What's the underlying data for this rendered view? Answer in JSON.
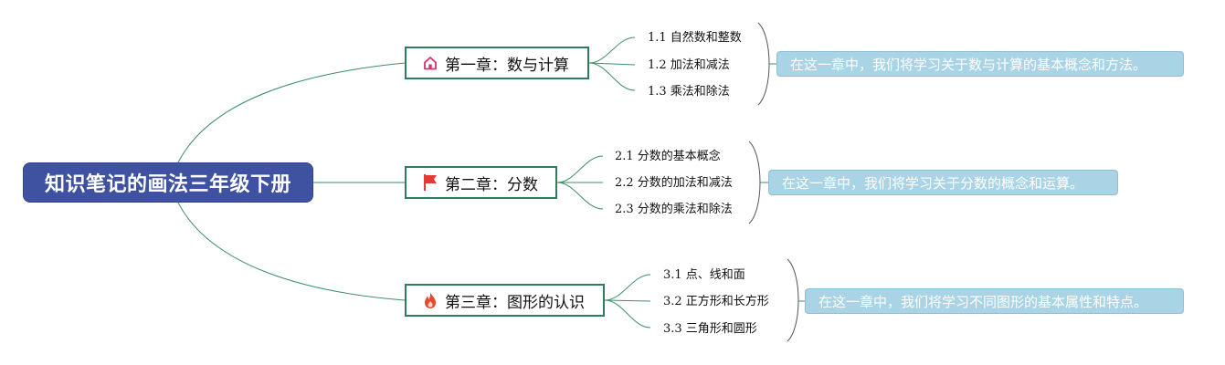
{
  "root": {
    "title": "知识笔记的画法三年级下册"
  },
  "chapters": [
    {
      "title": "第一章：数与计算",
      "icon": "home-icon",
      "subtopics": [
        "1.1 自然数和整数",
        "1.2 加法和减法",
        "1.3 乘法和除法"
      ],
      "note": "在这一章中，我们将学习关于数与计算的基本概念和方法。"
    },
    {
      "title": "第二章：分数",
      "icon": "flag-icon",
      "subtopics": [
        "2.1 分数的基本概念",
        "2.2 分数的加法和减法",
        "2.3 分数的乘法和除法"
      ],
      "note": "在这一章中，我们将学习关于分数的概念和运算。"
    },
    {
      "title": "第三章：图形的认识",
      "icon": "fire-icon",
      "subtopics": [
        "3.1 点、线和面",
        "3.2 正方形和长方形",
        "3.3 三角形和圆形"
      ],
      "note": "在这一章中，我们将学习不同图形的基本属性和特点。"
    }
  ],
  "colors": {
    "root_bg": "#3f51a1",
    "branch_line": "#3f8f6a",
    "chapter_border": "#2e7d5b",
    "note_bg": "#a8d4e6",
    "bracket": "#555555",
    "home_icon": "#d6336c",
    "flag_icon": "#e53935",
    "fire_icon": "#e8482c"
  }
}
